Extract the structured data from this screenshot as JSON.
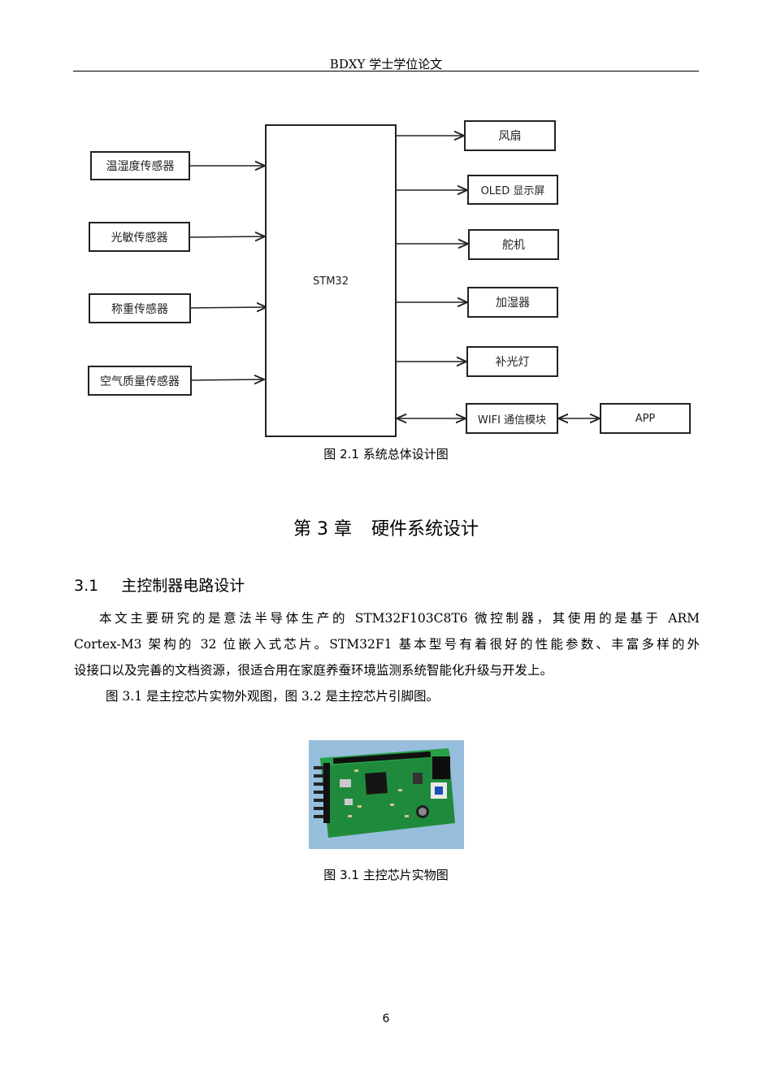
{
  "header": {
    "title": "BDXY 学士学位论文"
  },
  "diagram": {
    "controller": "STM32",
    "inputs": [
      {
        "label": "温湿度传感器"
      },
      {
        "label": "光敏传感器"
      },
      {
        "label": "称重传感器"
      },
      {
        "label": "空气质量传感器"
      }
    ],
    "outputs": [
      {
        "label": "风扇"
      },
      {
        "label": "OLED 显示屏"
      },
      {
        "label": "舵机"
      },
      {
        "label": "加湿器"
      },
      {
        "label": "补光灯"
      },
      {
        "label": "WIFI 通信模块"
      }
    ],
    "app": "APP",
    "caption": "图 2.1  系统总体设计图"
  },
  "chapter": {
    "number": "第 3 章",
    "title": "硬件系统设计"
  },
  "section": {
    "number": "3.1",
    "title": "主控制器电路设计"
  },
  "paragraph1": {
    "lines": [
      "本文主要研究的是意法半导体生产的 STM32F103C8T6 微控制器，其使用的是基于 ARM",
      "Cortex-M3 架构的 32 位嵌入式芯片。STM32F1 基本型号有着很好的性能参数、丰富多样的外",
      "设接口以及完善的文档资源，很适合用在家庭养蚕环境监测系统智能化升级与开发上。"
    ]
  },
  "paragraph2": {
    "text": "图 3.1 是主控芯片实物外观图，图 3.2 是主控芯片引脚图。"
  },
  "figure31": {
    "caption": "图 3.1    主控芯片实物图"
  },
  "page_number": "6"
}
